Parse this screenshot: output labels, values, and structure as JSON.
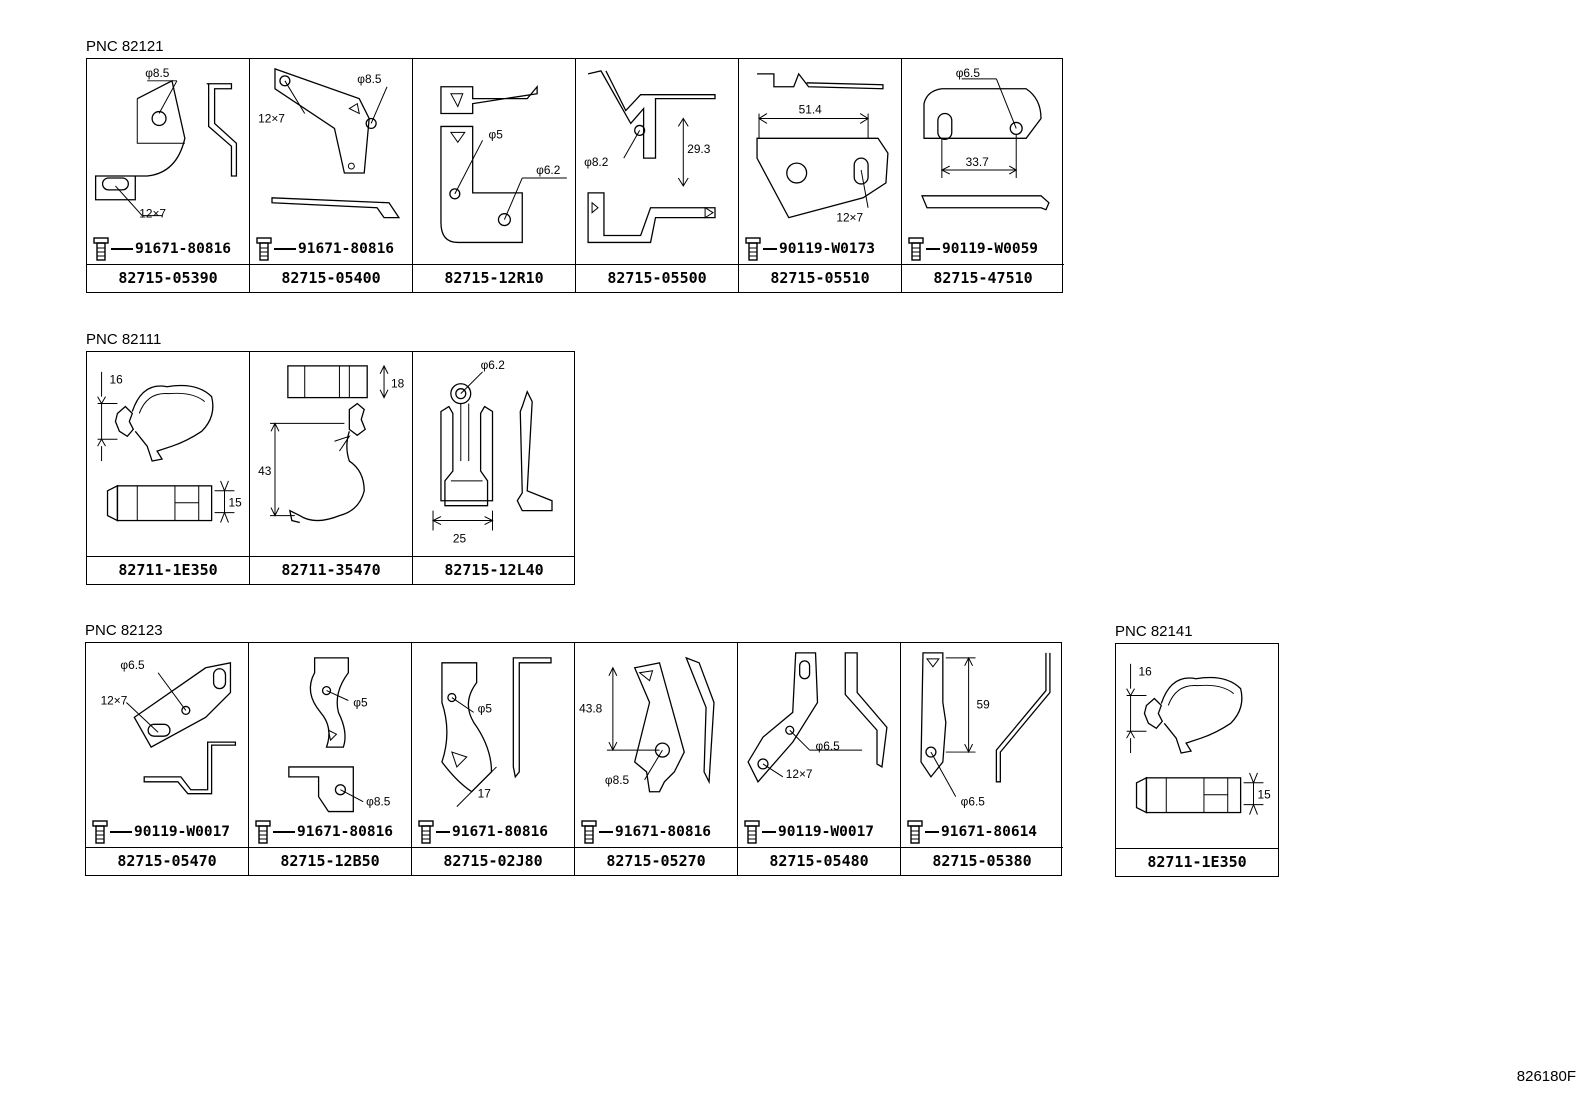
{
  "pnc_82121": {
    "title": "PNC 82121",
    "cells": [
      {
        "part": "82715-05390",
        "bolt": "91671-80816",
        "dims": [
          "φ8.5",
          "12×7"
        ]
      },
      {
        "part": "82715-05400",
        "bolt": "91671-80816",
        "dims": [
          "φ8.5",
          "12×7"
        ]
      },
      {
        "part": "82715-12R10",
        "bolt": "",
        "dims": [
          "φ5",
          "φ6.2"
        ]
      },
      {
        "part": "82715-05500",
        "bolt": "",
        "dims": [
          "φ8.2",
          "29.3"
        ]
      },
      {
        "part": "82715-05510",
        "bolt": "90119-W0173",
        "dims": [
          "51.4",
          "12×7"
        ]
      },
      {
        "part": "82715-47510",
        "bolt": "90119-W0059",
        "dims": [
          "φ6.5",
          "33.7"
        ]
      }
    ]
  },
  "pnc_82111": {
    "title": "PNC 82111",
    "cells": [
      {
        "part": "82711-1E350",
        "dims": [
          "16",
          "15"
        ]
      },
      {
        "part": "82711-35470",
        "dims": [
          "18",
          "43"
        ]
      },
      {
        "part": "82715-12L40",
        "dims": [
          "φ6.2",
          "25"
        ]
      }
    ]
  },
  "pnc_82123": {
    "title": "PNC 82123",
    "cells": [
      {
        "part": "82715-05470",
        "bolt": "90119-W0017",
        "dims": [
          "φ6.5",
          "12×7"
        ]
      },
      {
        "part": "82715-12B50",
        "bolt": "91671-80816",
        "dims": [
          "φ5",
          "φ8.5"
        ]
      },
      {
        "part": "82715-02J80",
        "bolt": "91671-80816",
        "dims": [
          "φ5",
          "17"
        ]
      },
      {
        "part": "82715-05270",
        "bolt": "91671-80816",
        "dims": [
          "43.8",
          "φ8.5"
        ]
      },
      {
        "part": "82715-05480",
        "bolt": "90119-W0017",
        "dims": [
          "φ6.5",
          "12×7"
        ]
      },
      {
        "part": "82715-05380",
        "bolt": "91671-80614",
        "dims": [
          "59",
          "φ6.5"
        ]
      }
    ]
  },
  "pnc_82141": {
    "title": "PNC 82141",
    "cells": [
      {
        "part": "82711-1E350",
        "dims": [
          "16",
          "15"
        ]
      }
    ]
  },
  "footer": {
    "code": "826180F"
  }
}
